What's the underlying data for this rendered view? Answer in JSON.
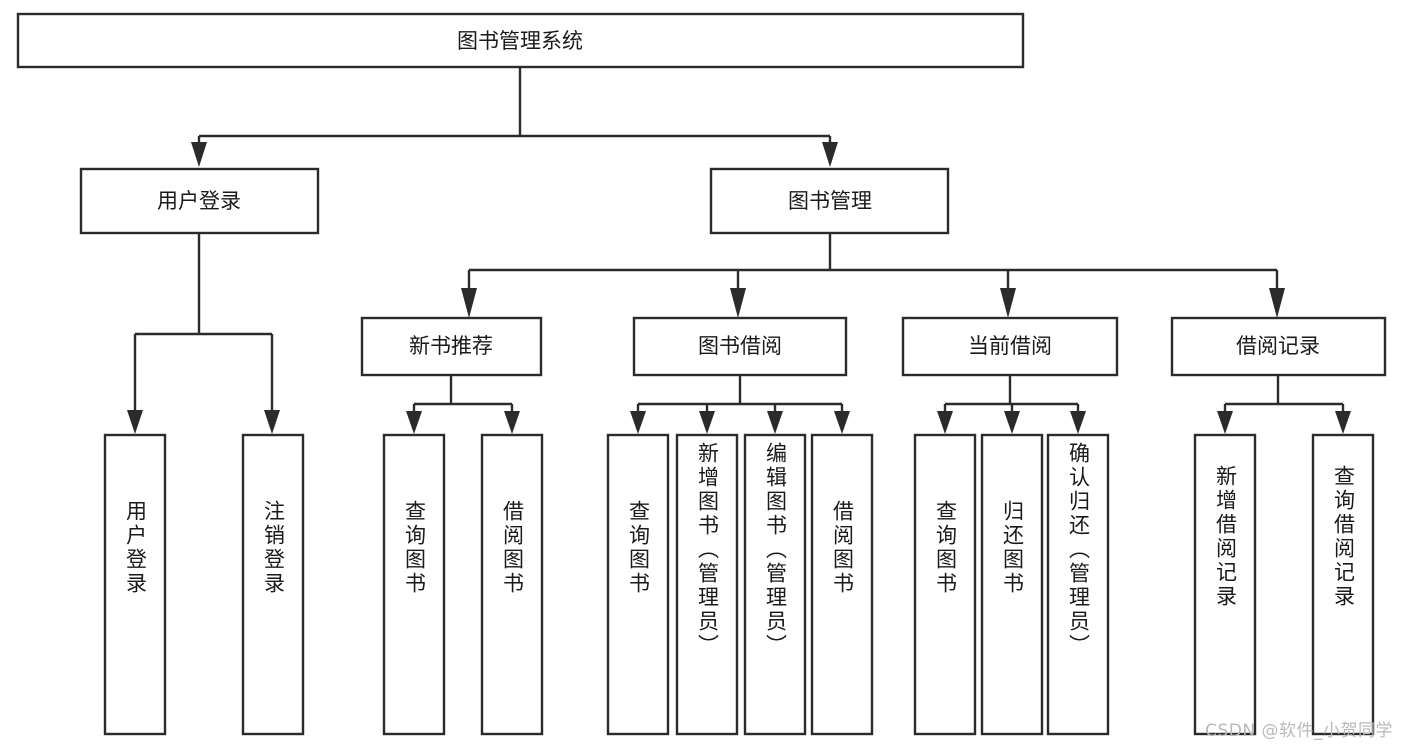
{
  "diagram": {
    "type": "tree-hierarchy-diagram",
    "title": "图书管理系统",
    "watermark": "CSDN @软件_小贺同学",
    "colors": {
      "stroke": "#2b2b2b",
      "fill": "#ffffff",
      "text": "#1a1a1a",
      "watermark": "#b9b9b9",
      "background": "#ffffff"
    },
    "levels": {
      "root": {
        "label": "图书管理系统"
      },
      "level2": [
        {
          "label": "用户登录"
        },
        {
          "label": "图书管理"
        }
      ],
      "level3": [
        {
          "label": "新书推荐"
        },
        {
          "label": "图书借阅"
        },
        {
          "label": "当前借阅"
        },
        {
          "label": "借阅记录"
        }
      ],
      "leaves": {
        "user_login": [
          {
            "label": "用户登录"
          },
          {
            "label": "注销登录"
          }
        ],
        "new_book_recommend": [
          {
            "label": "查询图书"
          },
          {
            "label": "借阅图书"
          }
        ],
        "book_borrow": [
          {
            "label": "查询图书"
          },
          {
            "label": "新增图书（管理员）"
          },
          {
            "label": "编辑图书（管理员）"
          },
          {
            "label": "借阅图书"
          }
        ],
        "current_borrow": [
          {
            "label": "查询图书"
          },
          {
            "label": "归还图书"
          },
          {
            "label": "确认归还（管理员）"
          }
        ],
        "borrow_record": [
          {
            "label": "新增借阅记录"
          },
          {
            "label": "查询借阅记录"
          }
        ]
      }
    }
  }
}
